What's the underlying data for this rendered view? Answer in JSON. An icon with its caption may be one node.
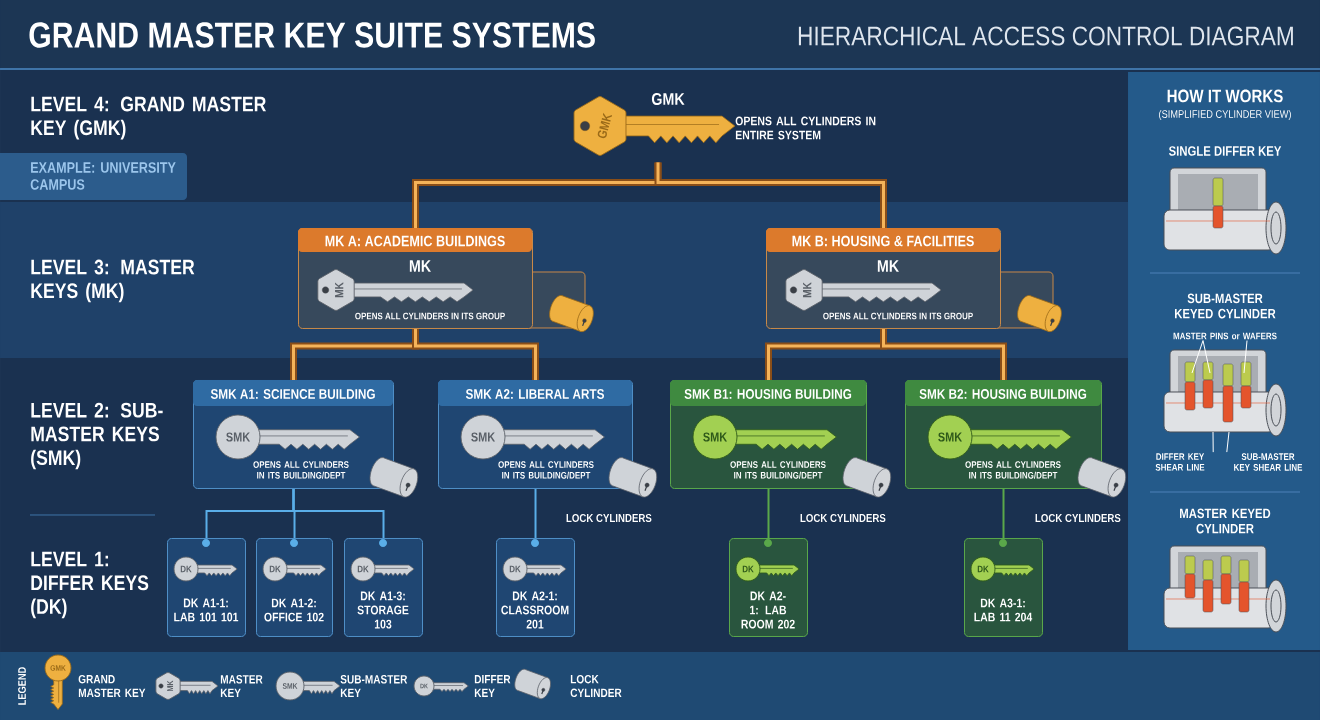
{
  "diagram": {
    "title": "GRAND MASTER KEY SUITE SYSTEMS",
    "nodes": [
      {
        "text": [
          "GMK",
          "GMK",
          "OPENS ALL CYLINDERS IN ENTIRE SYSTEM"
        ]
      },
      {
        "text": [
          "MK A: ACADEMIC BUILDINGS",
          "MK",
          "MK",
          "OPENS ALL CYLINDERS IN ITS GROUP"
        ]
      },
      {
        "text": [
          "MK B: HOUSING & FACILITIES",
          "MK",
          "MK",
          "OPENS ALL CYLINDERS IN ITS GROUP"
        ]
      },
      {
        "text": [
          "SMK A1: SCIENCE BUILDING",
          "SMK",
          "OPENS ALL CYLINDERS IN ITS BUILDING/DEPT"
        ]
      },
      {
        "text": [
          "SMK A2: LIBERAL ARTS",
          "SMK",
          "OPENS ALL CYLINDERS IN ITS BUILDING/DEPT"
        ],
        "beside": [
          "LOCK CYLINDERS"
        ]
      },
      {
        "text": [
          "SMK B1: HOUSING BUILDING",
          "SMK",
          "OPENS ALL CYLINDERS IN ITS BUILDING/DEPT"
        ],
        "beside": [
          "LOCK CYLINDERS"
        ]
      },
      {
        "text": [
          "SMK B2: HOUSING BUILDING",
          "SMK",
          "OPENS ALL CYLINDERS IN ITS BUILDING/DEPT"
        ],
        "beside": [
          "LOCK CYLINDERS"
        ]
      },
      {
        "text": [
          "DK",
          "DK A1-1: LAB 101 101"
        ]
      },
      {
        "text": [
          "DK",
          "DK A1-2: OFFICE 102"
        ]
      },
      {
        "text": [
          "DK",
          "DK A1-3: STORAGE 103"
        ]
      },
      {
        "text": [
          "DK",
          "DK A2-1: CLASSROOM 201"
        ]
      },
      {
        "text": [
          "DK",
          "DK A2-1: LAB ROOM 202"
        ]
      },
      {
        "text": [
          "DK",
          "DK A3-1: LAB 11 204"
        ]
      },
      {
        "text": [
          "MASTER PINS or WAFERS"
        ]
      },
      {
        "text": [
          "DIFFER KEY SHEAR LINE"
        ]
      },
      {
        "text": [
          "SUB-MASTER KEY SHEAR LINE"
        ]
      }
    ],
    "edges": [
      {
        "from": 0,
        "to": 1,
        "arrow": "none",
        "style": "thick"
      },
      {
        "from": 0,
        "to": 2,
        "arrow": "none",
        "style": "thick"
      },
      {
        "from": 1,
        "to": 3,
        "arrow": "none",
        "style": "thick"
      },
      {
        "from": 1,
        "to": 4,
        "arrow": "none",
        "style": "thick"
      },
      {
        "from": 2,
        "to": 5,
        "arrow": "none",
        "style": "thick"
      },
      {
        "from": 2,
        "to": 6,
        "arrow": "none",
        "style": "thick"
      },
      {
        "from": 3,
        "to": 7,
        "arrow": "none",
        "color": "#5aaee8"
      },
      {
        "from": 3,
        "to": 8,
        "arrow": "none",
        "color": "#5aaee8"
      },
      {
        "from": 3,
        "to": 9,
        "arrow": "none",
        "color": "#5aaee8"
      },
      {
        "from": 4,
        "to": 10,
        "arrow": "none",
        "color": "#5aaee8"
      },
      {
        "from": 5,
        "to": 11,
        "arrow": "none",
        "color": "#5aa84a"
      },
      {
        "from": 6,
        "to": 12,
        "arrow": "none",
        "color": "#5aa84a"
      },
      {
        "from": 13,
        "to": null,
        "arrow": "none",
        "color": "#ffffff"
      },
      {
        "from": 13,
        "to": null,
        "arrow": "none",
        "color": "#ffffff"
      },
      {
        "from": 13,
        "to": null,
        "arrow": "none",
        "color": "#ffffff"
      },
      {
        "from": 14,
        "to": null,
        "arrow": "none",
        "color": "#ffffff"
      },
      {
        "from": 15,
        "to": null,
        "arrow": "none",
        "color": "#ffffff"
      }
    ],
    "labels": [
      "HIERARCHICAL ACCESS CONTROL DIAGRAM",
      "LEVEL 4: GRAND MASTER KEY (GMK)",
      "EXAMPLE: UNIVERSITY CAMPUS",
      "LEVEL 3: MASTER KEYS (MK)",
      "LEVEL 2: SUB-MASTER KEYS (SMK)",
      "LEVEL 1: DIFFER KEYS (DK)",
      "HOW IT WORKS",
      "(SIMPLIFIED CYLINDER VIEW)",
      "SINGLE DIFFER KEY",
      "SUB-MASTER KEYED CYLINDER",
      "MASTER KEYED CYLINDER",
      "LEGEND",
      "GMK",
      "MK",
      "SMK",
      "DK"
    ],
    "legend": [
      {
        "text": "GRAND MASTER KEY"
      },
      {
        "text": "MASTER KEY"
      },
      {
        "text": "SUB-MASTER KEY"
      },
      {
        "text": "DIFFER KEY"
      },
      {
        "text": "LOCK CYLINDER"
      }
    ]
  }
}
